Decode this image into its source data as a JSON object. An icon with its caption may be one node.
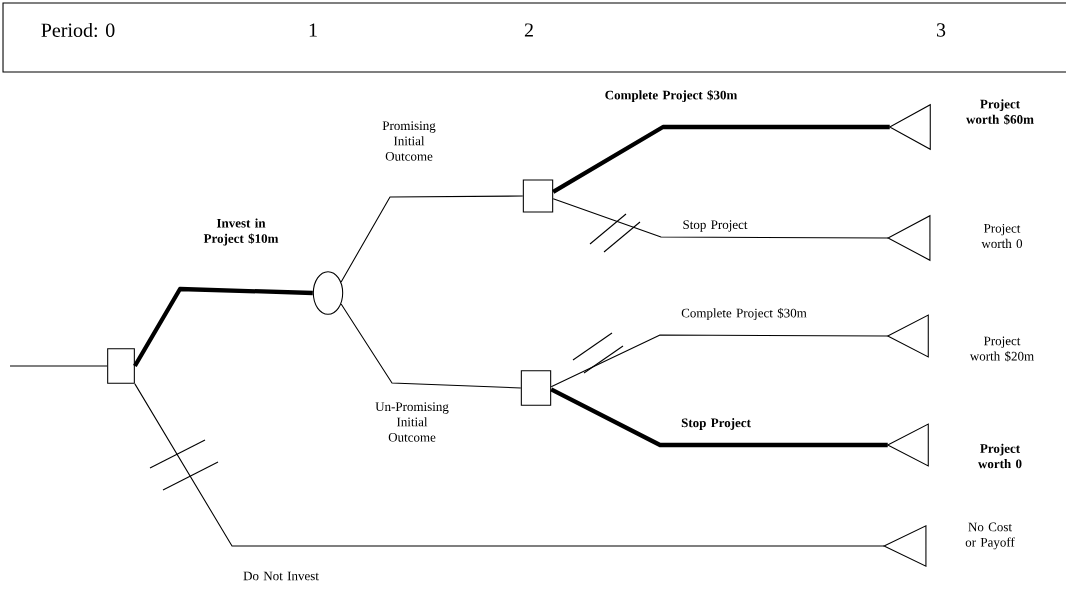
{
  "diagram": {
    "nodes": [
      {
        "text": [
          "Period: 0",
          "1",
          "2",
          "3"
        ]
      },
      {
        "text": [],
        "shape": "box"
      },
      {
        "text": [],
        "shape": "circle"
      },
      {
        "text": [],
        "shape": "box"
      },
      {
        "text": [],
        "shape": "box"
      },
      {
        "text": [],
        "shape": "triangle",
        "beside": [
          "Project worth $60m"
        ]
      },
      {
        "text": [],
        "shape": "triangle",
        "beside": [
          "Project worth 0"
        ]
      },
      {
        "text": [],
        "shape": "triangle",
        "beside": [
          "Project worth $20m"
        ]
      },
      {
        "text": [],
        "shape": "triangle",
        "beside": [
          "Project worth 0"
        ]
      },
      {
        "text": [],
        "shape": "triangle",
        "beside": [
          "No Cost or Payoff"
        ]
      }
    ],
    "edges": [
      {
        "from": null,
        "to": 1,
        "arrow": "none"
      },
      {
        "from": 1,
        "to": 2,
        "arrow": "none",
        "label": "Invest in Project $10m",
        "style": "thick"
      },
      {
        "from": 2,
        "to": 3,
        "arrow": "none",
        "label": "Promising Initial Outcome"
      },
      {
        "from": 2,
        "to": 4,
        "arrow": "none",
        "label": "Un-Promising Initial Outcome"
      },
      {
        "from": 3,
        "to": 5,
        "arrow": "none",
        "label": "Complete Project $30m",
        "style": "thick"
      },
      {
        "from": 3,
        "to": 6,
        "arrow": "none",
        "label": "Stop Project"
      },
      {
        "from": 4,
        "to": 7,
        "arrow": "none",
        "label": "Complete Project $30m"
      },
      {
        "from": 4,
        "to": 8,
        "arrow": "none",
        "label": "Stop Project",
        "style": "thick"
      },
      {
        "from": 1,
        "to": 9,
        "arrow": "none",
        "label": "Do Not Invest"
      }
    ]
  }
}
